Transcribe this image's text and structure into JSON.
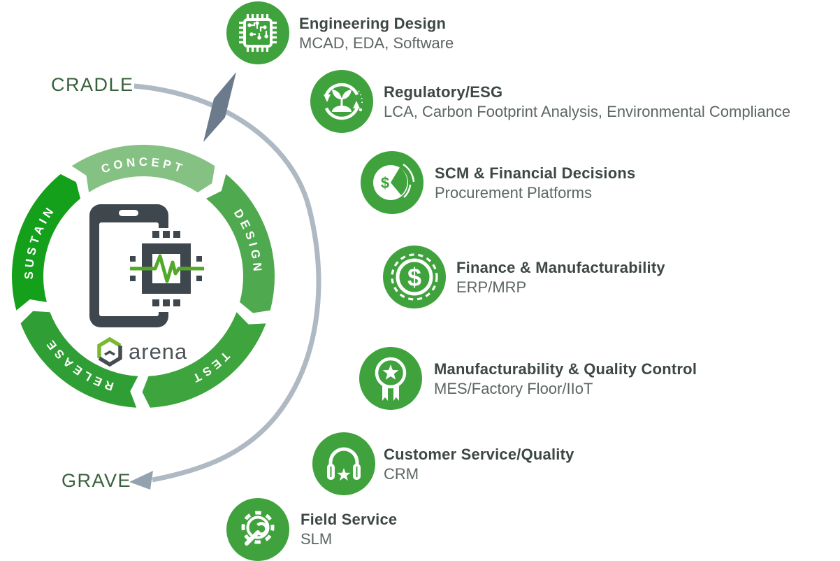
{
  "lifecycle": {
    "cradle_label": "CRADLE",
    "grave_label": "GRAVE",
    "center_logo_text": "arena",
    "phases": [
      {
        "label": "CONCEPT",
        "color": "#84c183"
      },
      {
        "label": "DESIGN",
        "color": "#4fa94f"
      },
      {
        "label": "TEST",
        "color": "#3ea43e"
      },
      {
        "label": "RELEASE",
        "color": "#2f9f35"
      },
      {
        "label": "SUSTAIN",
        "color": "#14a01a"
      }
    ]
  },
  "integrations": [
    {
      "title": "Engineering Design",
      "subtitle": "MCAD, EDA, Software",
      "icon": "circuit-chip-icon"
    },
    {
      "title": "Regulatory/ESG",
      "subtitle": "LCA, Carbon Footprint Analysis, Environmental Compliance",
      "icon": "sustainability-plant-icon"
    },
    {
      "title": "SCM & Financial Decisions",
      "subtitle": "Procurement Platforms",
      "icon": "pie-chart-dollar-icon"
    },
    {
      "title": "Finance & Manufacturability",
      "subtitle": "ERP/MRP",
      "icon": "dollar-coin-icon"
    },
    {
      "title": "Manufacturability & Quality Control",
      "subtitle": "MES/Factory Floor/IIoT",
      "icon": "award-star-icon"
    },
    {
      "title": "Customer Service/Quality",
      "subtitle": "CRM",
      "icon": "headset-star-icon"
    },
    {
      "title": "Field Service",
      "subtitle": "SLM",
      "icon": "gear-wrench-icon"
    }
  ],
  "colors": {
    "item_circle_green": "#3fa23c",
    "title_text": "#3d4845",
    "subtitle_text": "#5c6664",
    "cradle_grave_text": "#39603c",
    "arc_gray": "#aeb9c3",
    "arrow_gray": "#93a2ae",
    "kite_gray": "#6b7b8c",
    "phone_dark": "#3e474d",
    "pulse_green": "#52a829",
    "logo_green": "#7cb82f",
    "background": "#ffffff"
  }
}
